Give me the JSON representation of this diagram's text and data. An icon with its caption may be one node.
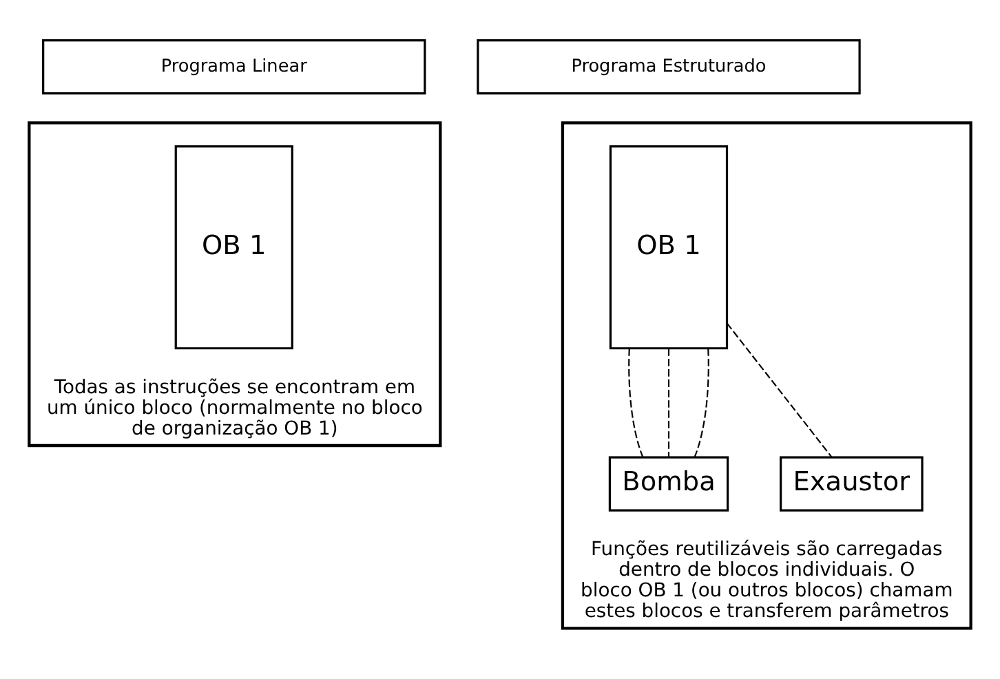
{
  "diagram": {
    "nodes": [
      {
        "text": [
          "Programa Linear"
        ]
      },
      {
        "text": [
          "Programa Estruturado"
        ]
      },
      {
        "text": [
          "Todas as instruções se encontram em um único bloco (normalmente no bloco de organização OB 1)"
        ]
      },
      {
        "text": [
          "OB 1"
        ],
        "in": 2
      },
      {
        "text": [
          "Funções reutilizáveis são carregadas dentro de blocos individuais. O bloco OB 1 (ou outros blocos) chamam estes blocos e transferem parâmetros"
        ]
      },
      {
        "text": [
          "OB 1"
        ],
        "in": 4
      },
      {
        "text": [
          "Bomba"
        ],
        "in": 4
      },
      {
        "text": [
          "Exaustor"
        ],
        "in": 4
      }
    ],
    "edges": [
      {
        "from": 5,
        "to": 6,
        "arrow": "none",
        "style": "dashed"
      },
      {
        "from": 5,
        "to": 6,
        "arrow": "none",
        "style": "dashed"
      },
      {
        "from": 5,
        "to": 6,
        "arrow": "none",
        "style": "dashed"
      },
      {
        "from": 5,
        "to": 7,
        "arrow": "none",
        "style": "dashed"
      }
    ]
  }
}
